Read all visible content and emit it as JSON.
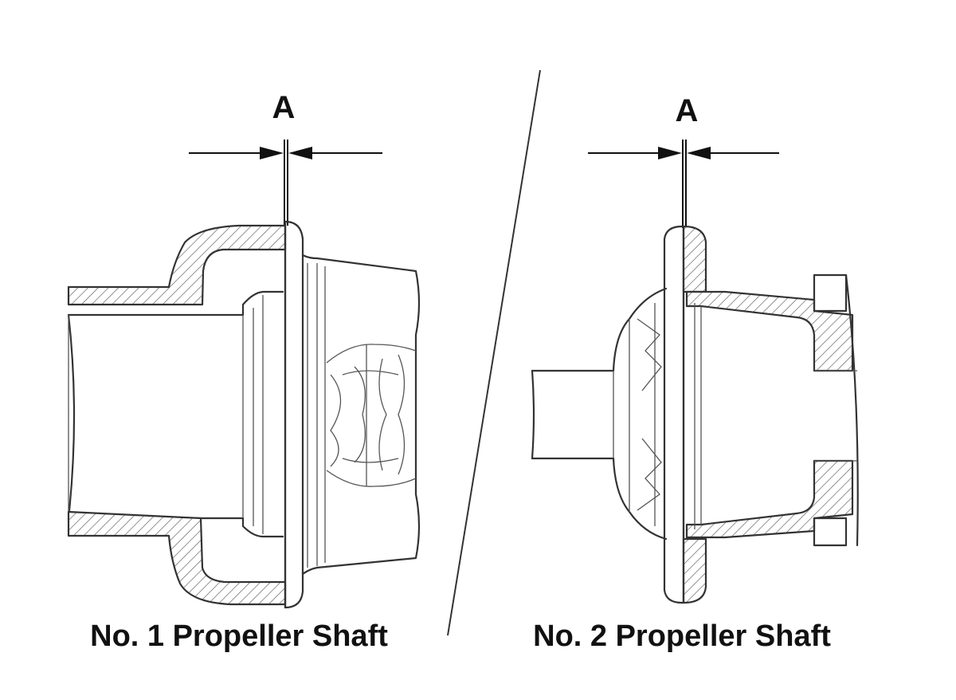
{
  "left": {
    "dimension_label": "A",
    "caption": "No. 1 Propeller Shaft"
  },
  "right": {
    "dimension_label": "A",
    "caption": "No. 2 Propeller Shaft"
  }
}
